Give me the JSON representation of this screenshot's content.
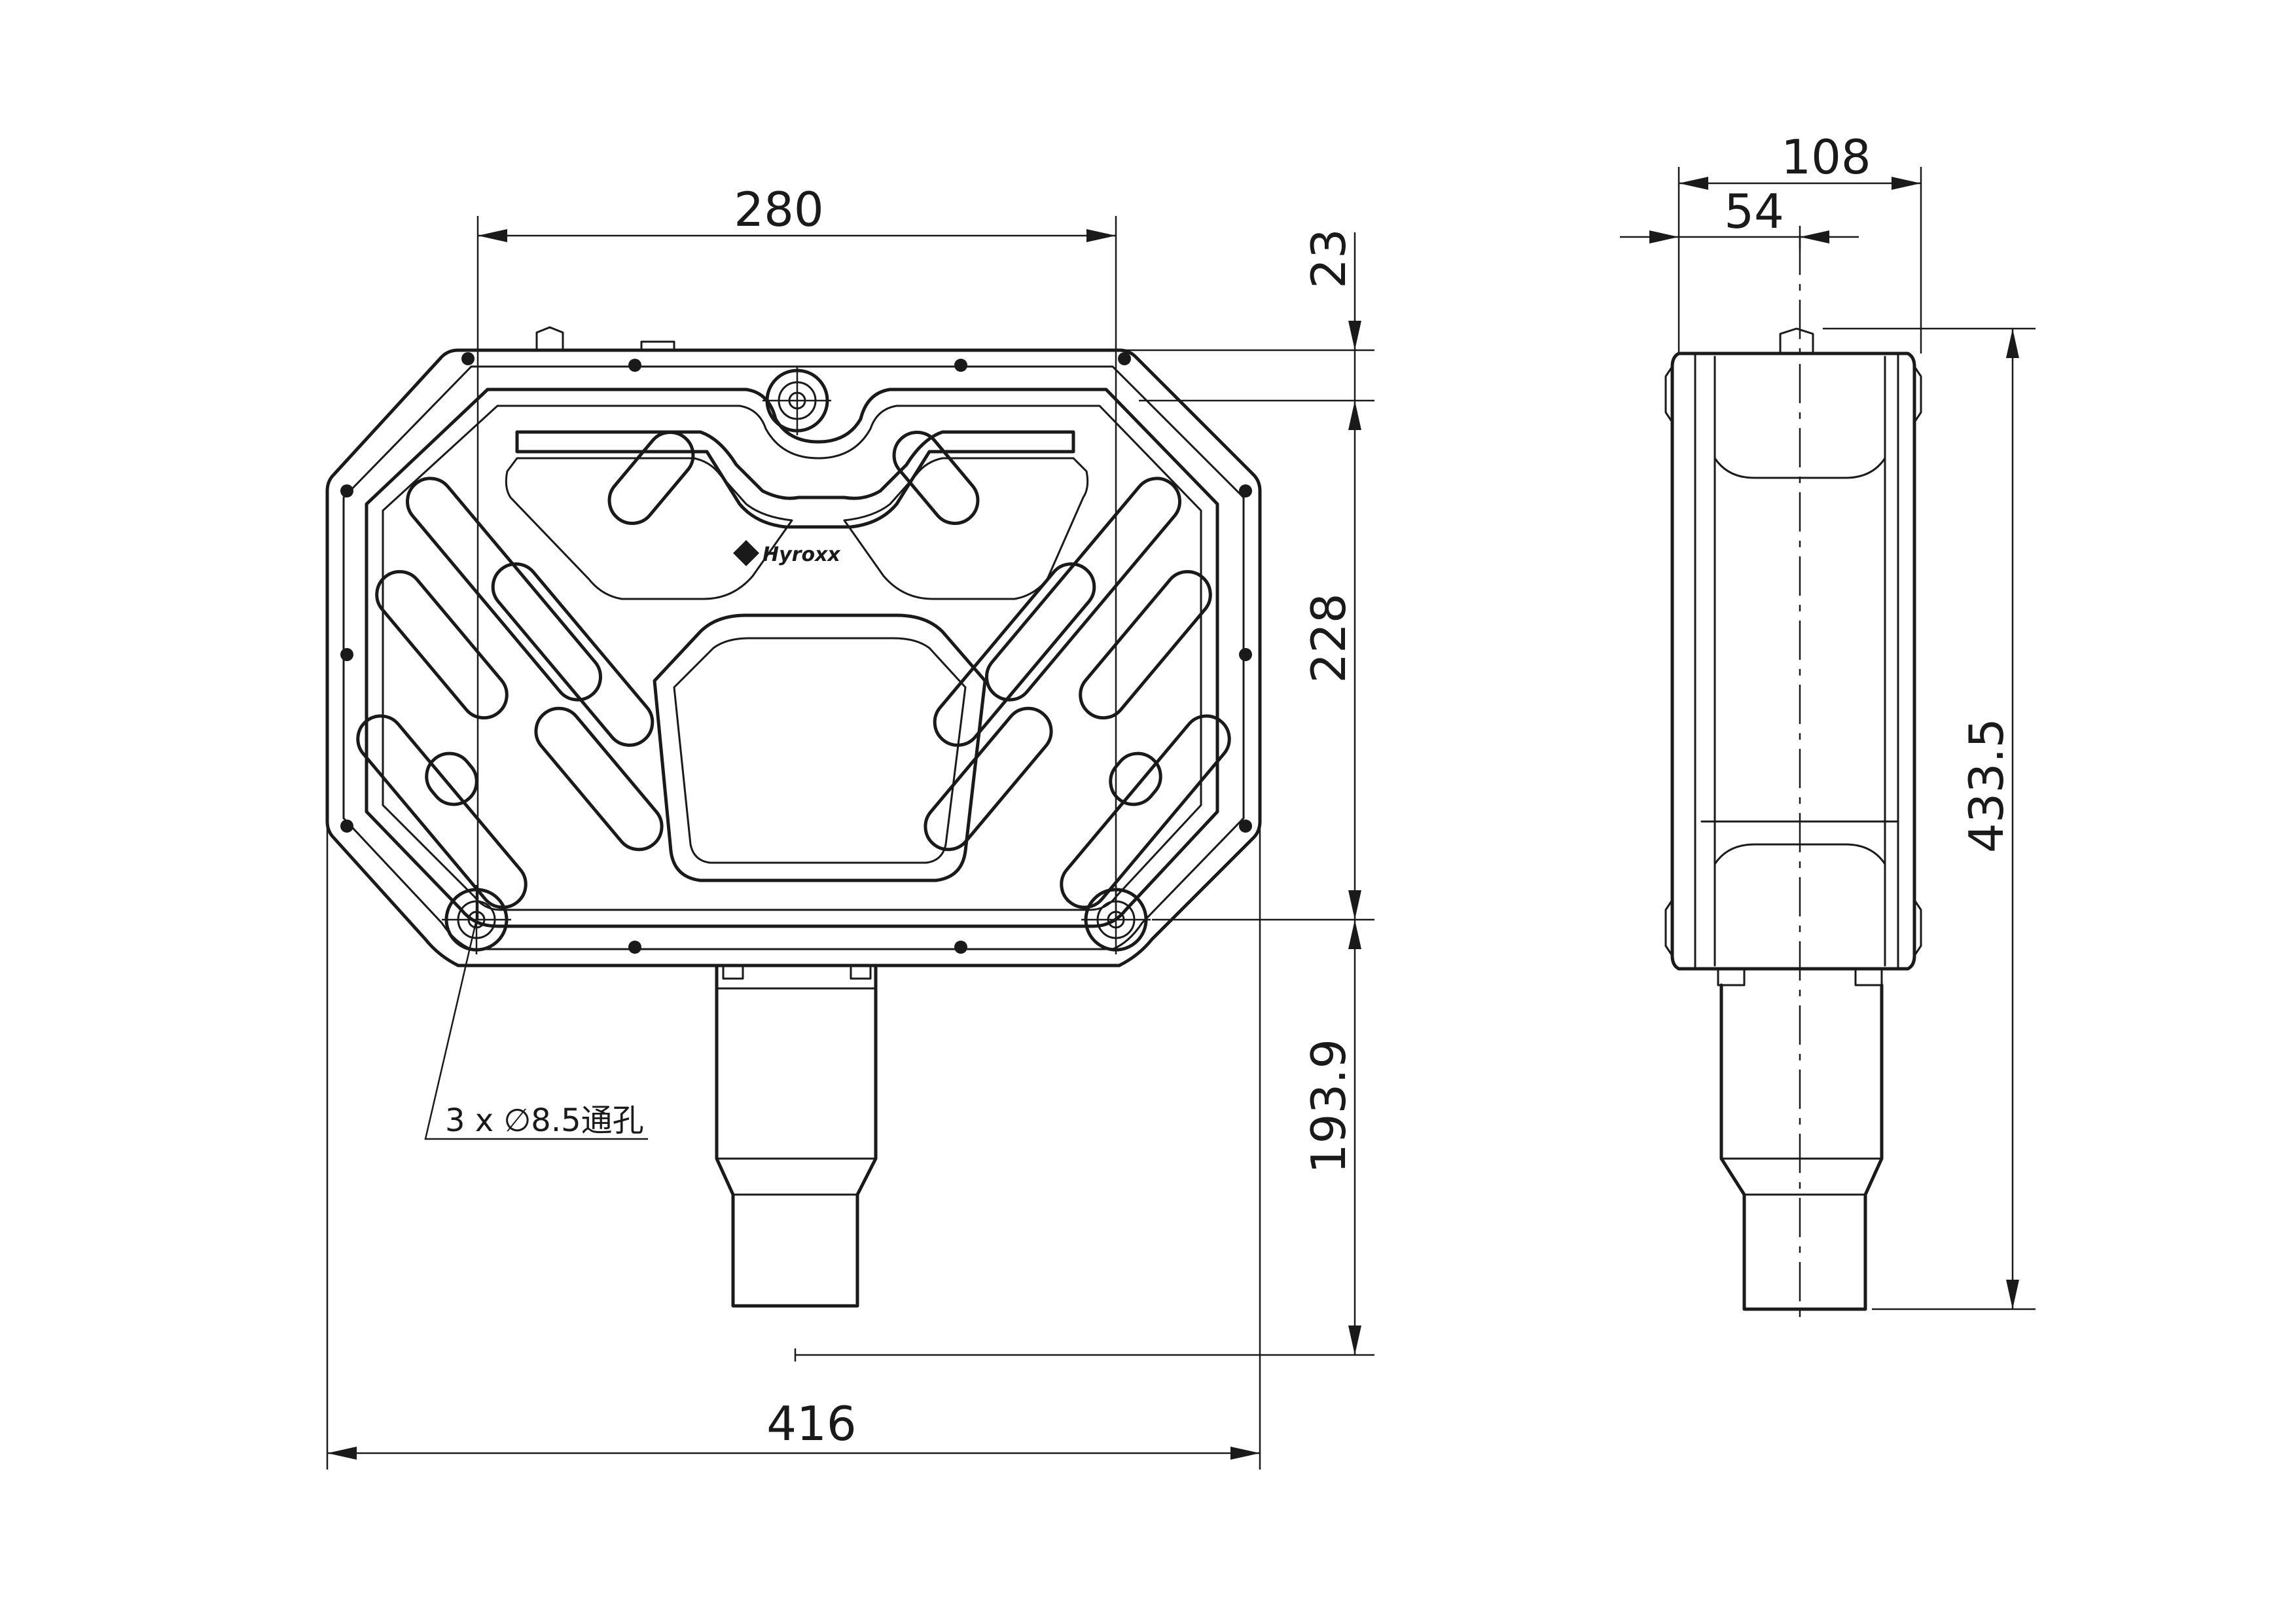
{
  "dimensions": {
    "front_width_top": "280",
    "front_width_total": "416",
    "front_offset_top": "23",
    "front_height_body": "228",
    "front_height_lower": "193.9",
    "side_depth_total": "108",
    "side_depth_half": "54",
    "side_height_total": "433.5"
  },
  "note": {
    "hole_callout": "3 x ∅8.5通孔"
  },
  "logo": {
    "text": "Hyroxx"
  }
}
